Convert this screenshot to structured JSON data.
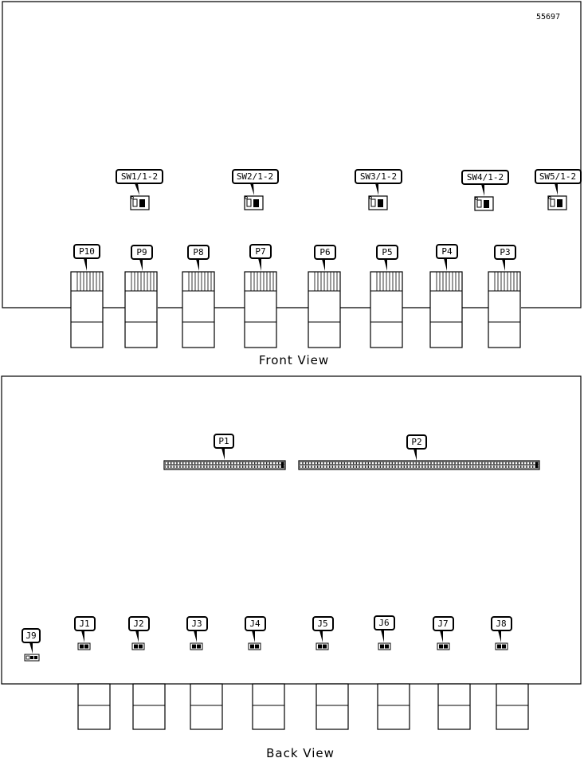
{
  "figure_id": "55697",
  "front": {
    "caption": "Front View",
    "switches": [
      "SW1/1-2",
      "SW2/1-2",
      "SW3/1-2",
      "SW4/1-2",
      "SW5/1-2"
    ],
    "ports": [
      "P10",
      "P9",
      "P8",
      "P7",
      "P6",
      "P5",
      "P4",
      "P3"
    ]
  },
  "back": {
    "caption": "Back View",
    "headers": [
      "P1",
      "P2"
    ],
    "jumpers": [
      "J9",
      "J1",
      "J2",
      "J3",
      "J4",
      "J5",
      "J6",
      "J7",
      "J8"
    ]
  }
}
